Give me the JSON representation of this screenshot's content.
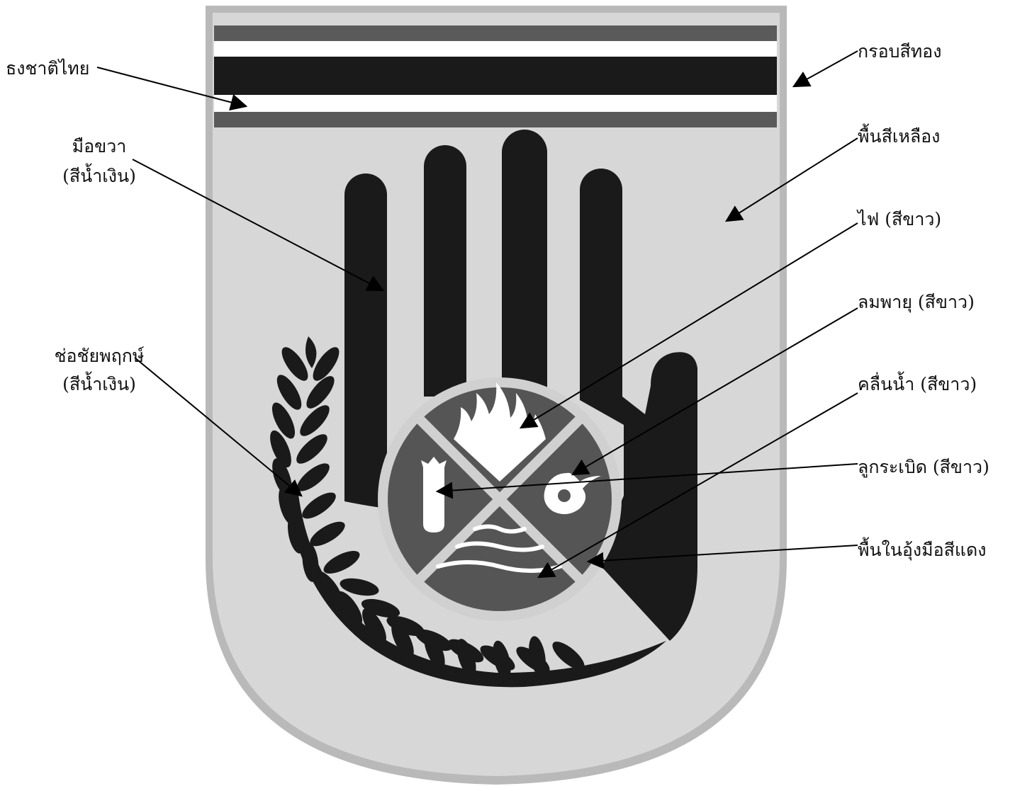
{
  "colors": {
    "page_background": "#ffffff",
    "shield_border": "#b9b9b9",
    "shield_fill": "#d7d7d7",
    "hand": "#1a1a1a",
    "flag_outer_stripe": "#5a5a5a",
    "flag_white_stripe": "#ffffff",
    "flag_center_stripe": "#1a1a1a",
    "circle_frame": "#d0d0d0",
    "circle_fill": "#555555",
    "symbols": "#ffffff",
    "leader_lines": "#000000"
  },
  "icons": [
    "thai-flag-icon",
    "right-hand-icon",
    "fire-icon",
    "storm-icon",
    "water-wave-icon",
    "bomb-icon",
    "laurel-branch-icon"
  ],
  "labels": {
    "flag": "ธงชาติไทย",
    "hand_line1": "มือขวา",
    "hand_line2": "(สีน้ำเงิน)",
    "laurel_line1": "ช่อชัยพฤกษ์",
    "laurel_line2": "(สีน้ำเงิน)",
    "gold_frame": "กรอบสีทอง",
    "yellow_background": "พื้นสีเหลือง",
    "fire": "ไฟ (สีขาว)",
    "storm": "ลมพายุ (สีขาว)",
    "water_wave": "คลื่นน้ำ (สีขาว)",
    "bomb": "ลูกระเบิด (สีขาว)",
    "red_palm_background": "พื้นในอุ้งมือสีแดง"
  }
}
